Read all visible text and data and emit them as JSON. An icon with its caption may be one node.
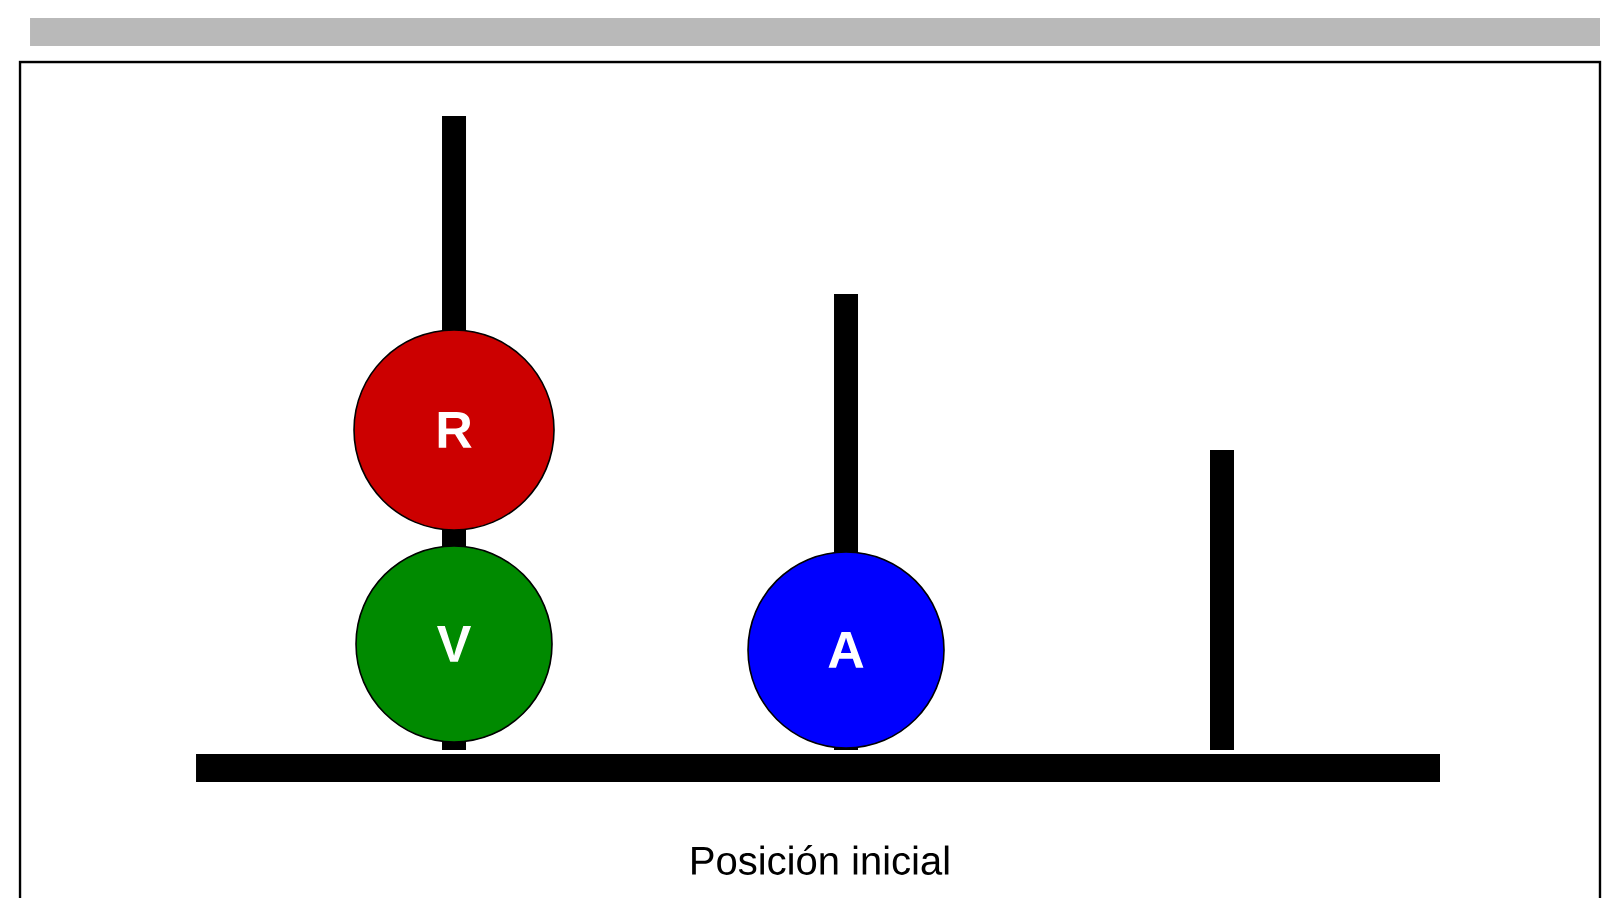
{
  "diagram": {
    "caption": "Posición inicial",
    "nodes": [
      {
        "text": [
          "R"
        ]
      },
      {
        "text": [
          "V"
        ]
      },
      {
        "text": [
          "A"
        ]
      }
    ]
  }
}
